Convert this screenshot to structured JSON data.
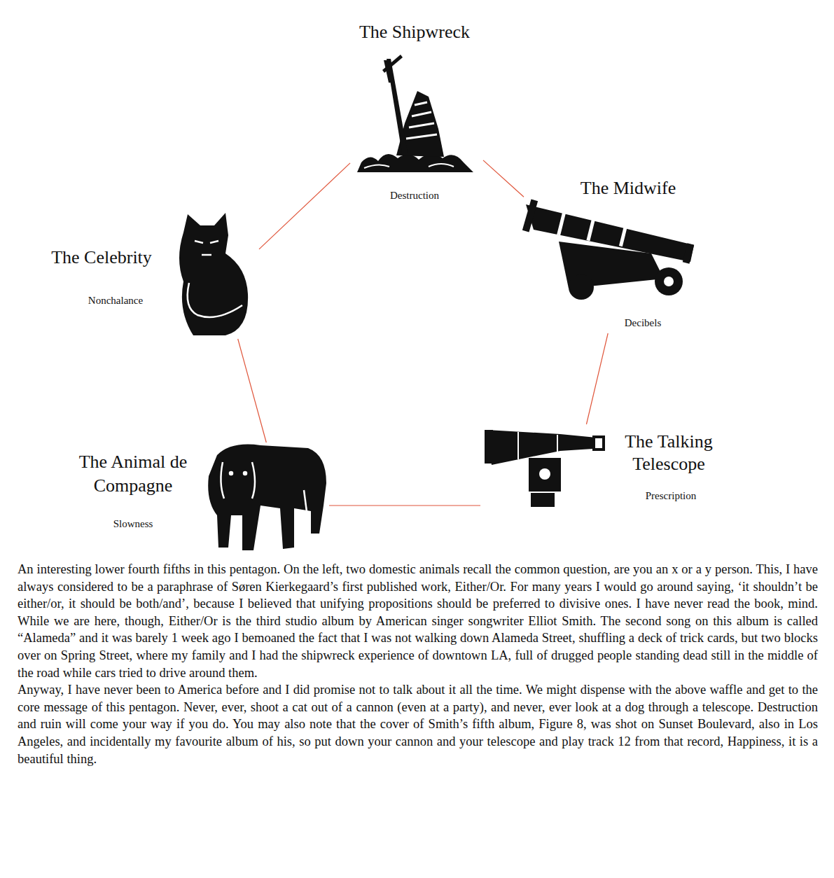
{
  "diagram": {
    "nodes": [
      {
        "text": [
          "The Shipwreck",
          "Destruction"
        ]
      },
      {
        "text": [
          "The Midwife",
          "Decibels"
        ]
      },
      {
        "text": [
          "The Celebrity",
          "Nonchalance"
        ]
      },
      {
        "text": [
          "The Animal de Compagne",
          "Slowness"
        ]
      },
      {
        "text": [
          "The Talking Telescope",
          "Prescription"
        ]
      }
    ],
    "edges": [
      {
        "from": 0,
        "to": 1,
        "arrow": "none"
      },
      {
        "from": 1,
        "to": 4,
        "arrow": "none"
      },
      {
        "from": 4,
        "to": 3,
        "arrow": "none"
      },
      {
        "from": 3,
        "to": 2,
        "arrow": "none"
      },
      {
        "from": 2,
        "to": 0,
        "arrow": "none"
      }
    ],
    "labels": [
      "An interesting lower fourth fifths in this pentagon. On the left, two domestic animals recall the common question, are you an x or a y person. This, I have always considered to be a paraphrase of Søren Kierkegaard’s first published work, Either/Or. For many years I would go around saying, ‘it shouldn’t be either/or, it should be both/and’, because I believed that unifying propositions should be preferred to divisive ones. I have never read the book, mind. While we are here, though, Either/Or is the third studio album by American singer songwriter Elliot Smith. The second song on this album is called “Alameda” and it was barely 1 week ago I bemoaned the fact that I was not walking down Alameda Street, shuffling a deck of trick cards, but two blocks over on Spring Street, where my family and I had the shipwreck experience of downtown LA, full of drugged people standing dead still in the middle of the road while cars tried to drive around them.",
      "Anyway, I have never been to America before and I did promise not to talk about it all the time. We might dispense with the above waffle and get to the core message of this pentagon. Never, ever, shoot a cat out of a cannon (even at a party), and never, ever look at a dog through a telescope. Destruction and ruin will come your way if you do. You may also note that the cover of Smith’s fifth album, Figure 8, was shot on Sunset Boulevard, also in Los Angeles, and incidentally my favourite album of his, so put down your cannon and your telescope and play track 12 from that record, Happiness, it is a beautiful thing."
    ]
  }
}
